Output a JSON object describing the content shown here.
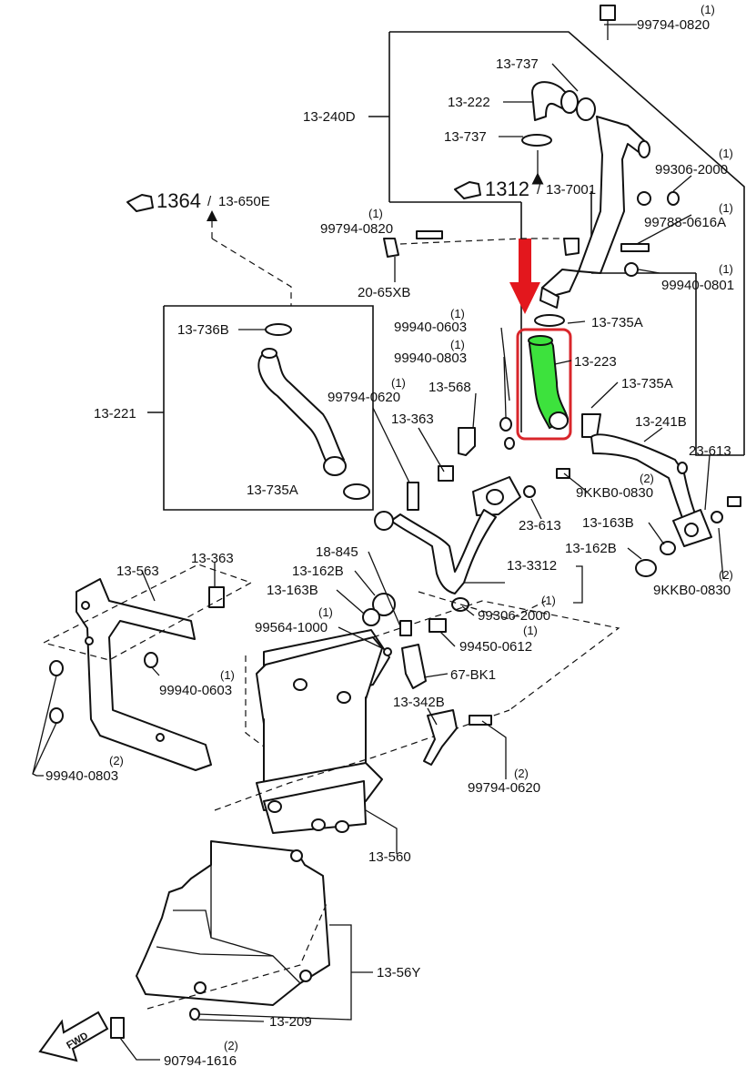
{
  "colors": {
    "highlight_hose": "#3de23d",
    "highlight_box": "#d9262b",
    "arrow": "#e3171d",
    "ink": "#111111"
  },
  "labels": {
    "p99794_0820_top": "99794-0820",
    "p13_737_a": "13-737",
    "p13_222": "13-222",
    "p13_240d": "13-240D",
    "p13_737_b": "13-737",
    "p99306_2000_a": "99306-2000",
    "ref_1312_num": "1312",
    "ref_1312_code": "13-7001",
    "ref_1364_num": "1364",
    "ref_1364_code": "13-650E",
    "p99794_0820_mid": "99794-0820",
    "p99788_0616a": "99788-0616A",
    "p20_65xb": "20-65XB",
    "p99940_0801": "99940-0801",
    "p13_736b": "13-736B",
    "p99940_0603_a": "99940-0603",
    "p13_735a_a": "13-735A",
    "p99940_0803_a": "99940-0803",
    "p13_223": "13-223",
    "p13_568": "13-568",
    "p99794_0620_a": "99794-0620",
    "p13_735a_b": "13-735A",
    "p13_221": "13-221",
    "p13_363_a": "13-363",
    "p13_241b": "13-241B",
    "p23_613_a": "23-613",
    "p13_735a_c": "13-735A",
    "p9kkb0_0830_a": "9KKB0-0830",
    "p23_613_b": "23-613",
    "p13_163b_a": "13-163B",
    "p13_162b_a": "13-162B",
    "p9kkb0_0830_b": "9KKB0-0830",
    "p13_563": "13-563",
    "p13_363_b": "13-363",
    "p18_845": "18-845",
    "p13_3312": "13-3312",
    "p13_162b_b": "13-162B",
    "p13_163b_b": "13-163B",
    "p99306_2000_b": "99306-2000",
    "p99564_1000": "99564-1000",
    "p99450_0612": "99450-0612",
    "p99940_0603_b": "99940-0603",
    "p67_bk1": "67-BK1",
    "p13_342b": "13-342B",
    "p99940_0803_b": "99940-0803",
    "p99794_0620_b": "99794-0620",
    "p13_560": "13-560",
    "p13_56y": "13-56Y",
    "p13_209": "13-209",
    "p90794_1616": "90794-1616",
    "fwd": "FWD"
  },
  "quantities": {
    "q1": "(1)",
    "q2": "(2)"
  },
  "icons": {
    "reference_hand": "pointing-hand-icon",
    "forward_arrow": "fwd-arrow-icon",
    "highlight_arrow": "down-arrow-icon"
  }
}
